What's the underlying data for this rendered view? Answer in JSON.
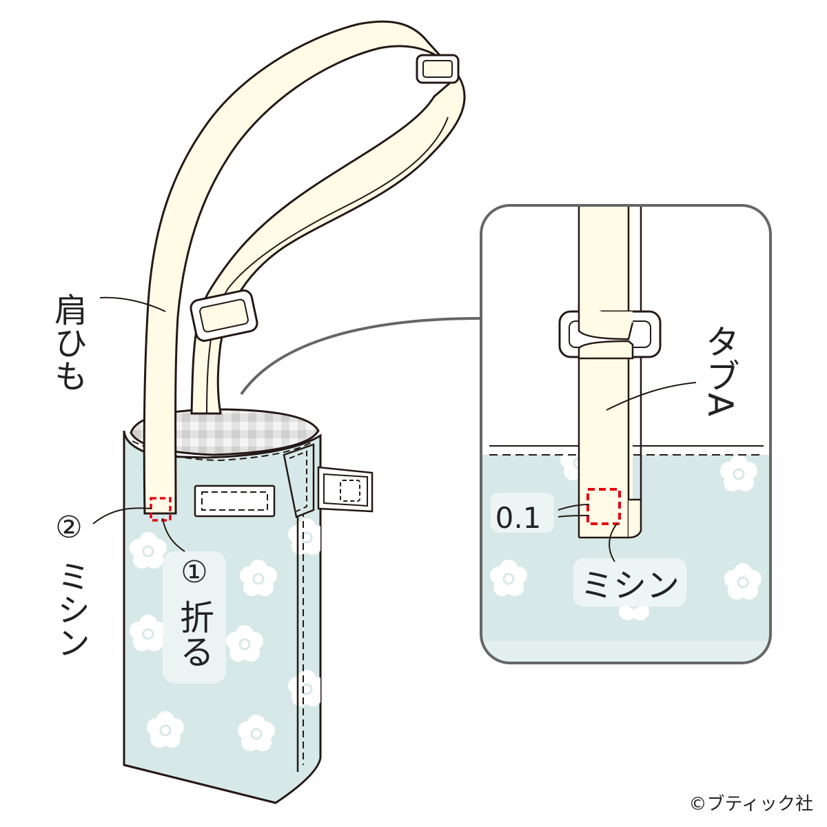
{
  "labels": {
    "strap": "肩ひも",
    "sew_step": "②",
    "sew": "ミシン",
    "fold_step": "①",
    "fold": "折る",
    "tab_a": "タブA",
    "margin": "0.1",
    "detail_sew": "ミシン"
  },
  "copyright": "©ブティック社",
  "colors": {
    "outline": "#231815",
    "strap_fill": "#fffbe6",
    "fabric_fill": "#d7e8e8",
    "flower": "#ffffff",
    "lining": "#e8e8e8",
    "stitch_red": "#e60012",
    "detail_frame": "#666666"
  }
}
